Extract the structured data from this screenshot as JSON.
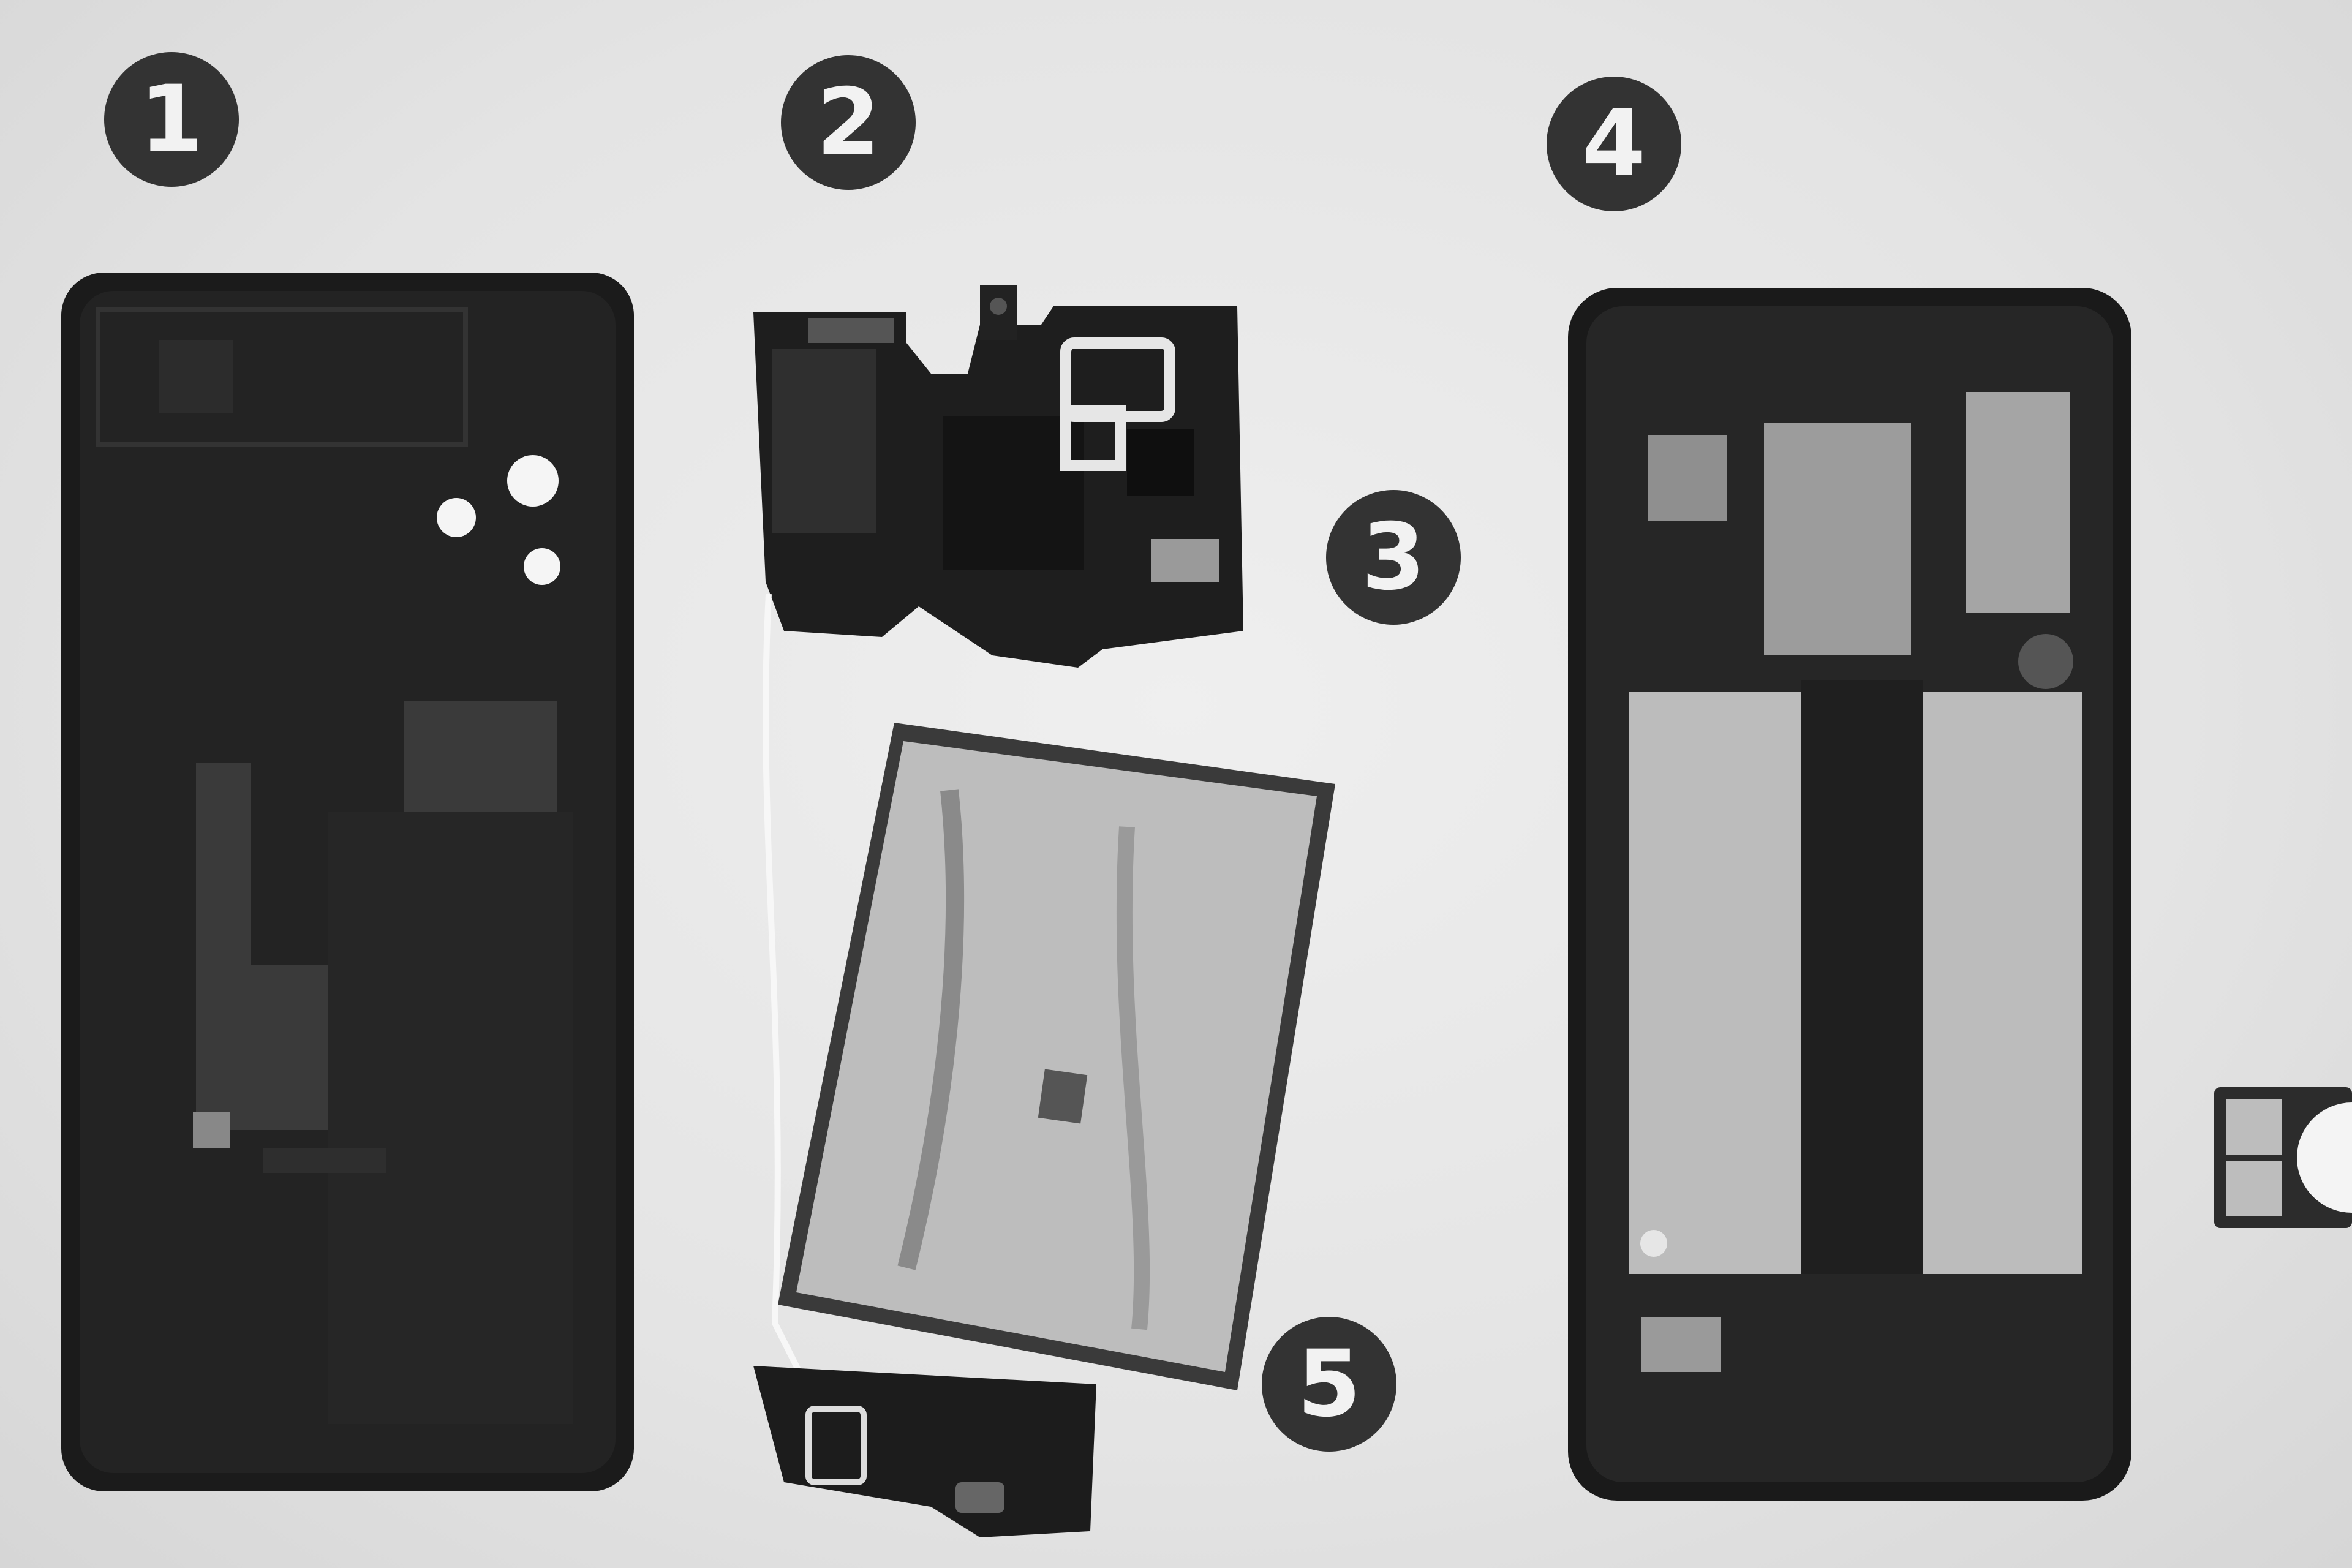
{
  "badges": [
    {
      "id": "1",
      "label": "1"
    },
    {
      "id": "2",
      "label": "2"
    },
    {
      "id": "3",
      "label": "3"
    },
    {
      "id": "4",
      "label": "4"
    },
    {
      "id": "5",
      "label": "5"
    }
  ],
  "colors": {
    "background": "#e6e6e6",
    "badge": "#333333",
    "badge_text": "#f2f2f2",
    "dark_part": "#1e1e1e",
    "metal": "#b8b8b8"
  }
}
